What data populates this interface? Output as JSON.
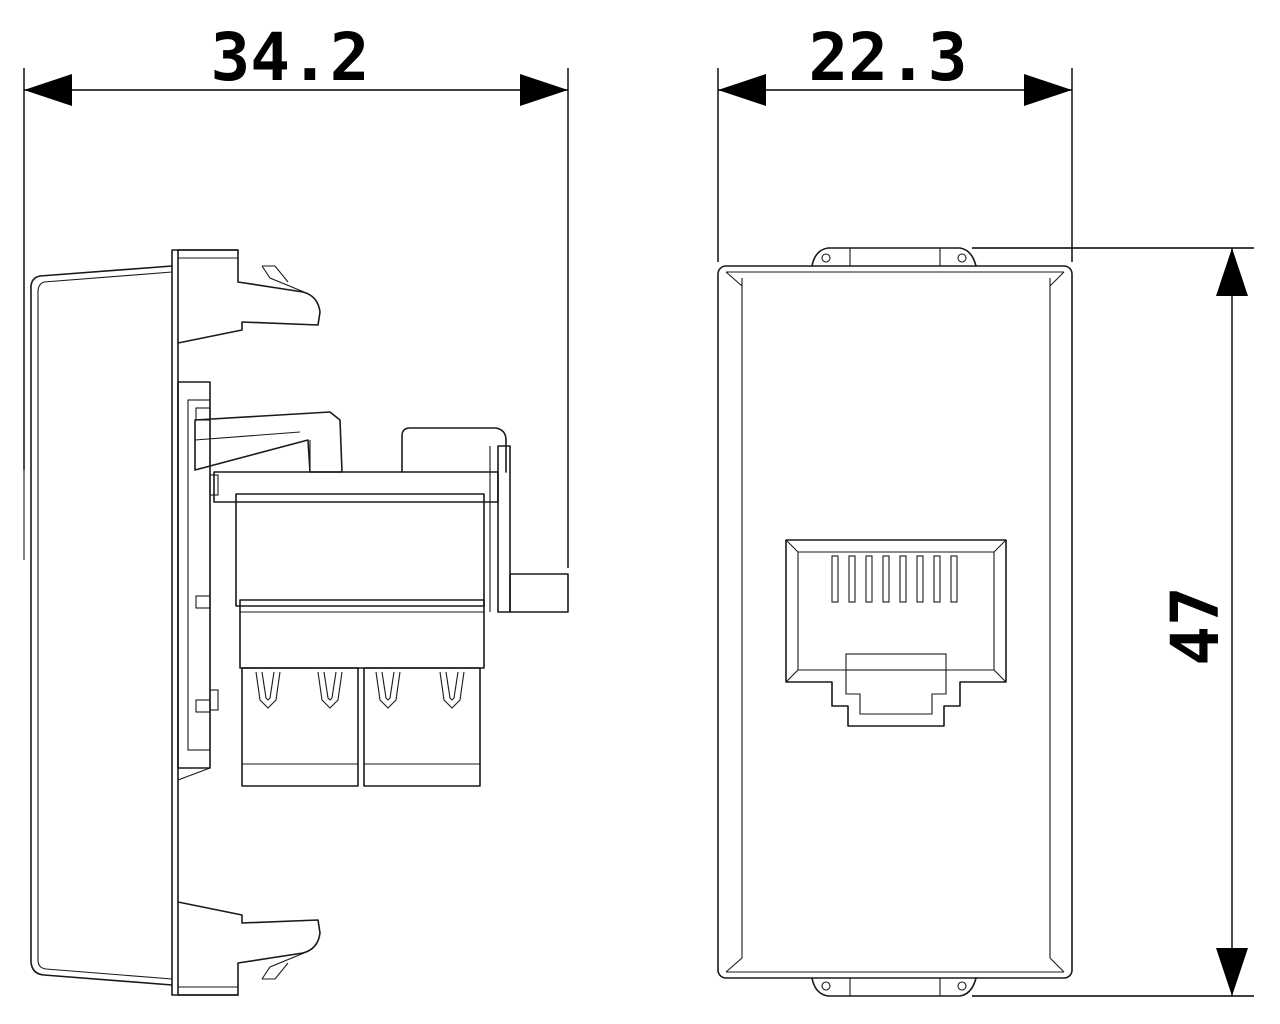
{
  "drawing": {
    "title": "",
    "views": [
      {
        "name": "side",
        "dimension_label": "34.2"
      },
      {
        "name": "front",
        "width_label": "22.3",
        "height_label": "47"
      }
    ]
  }
}
